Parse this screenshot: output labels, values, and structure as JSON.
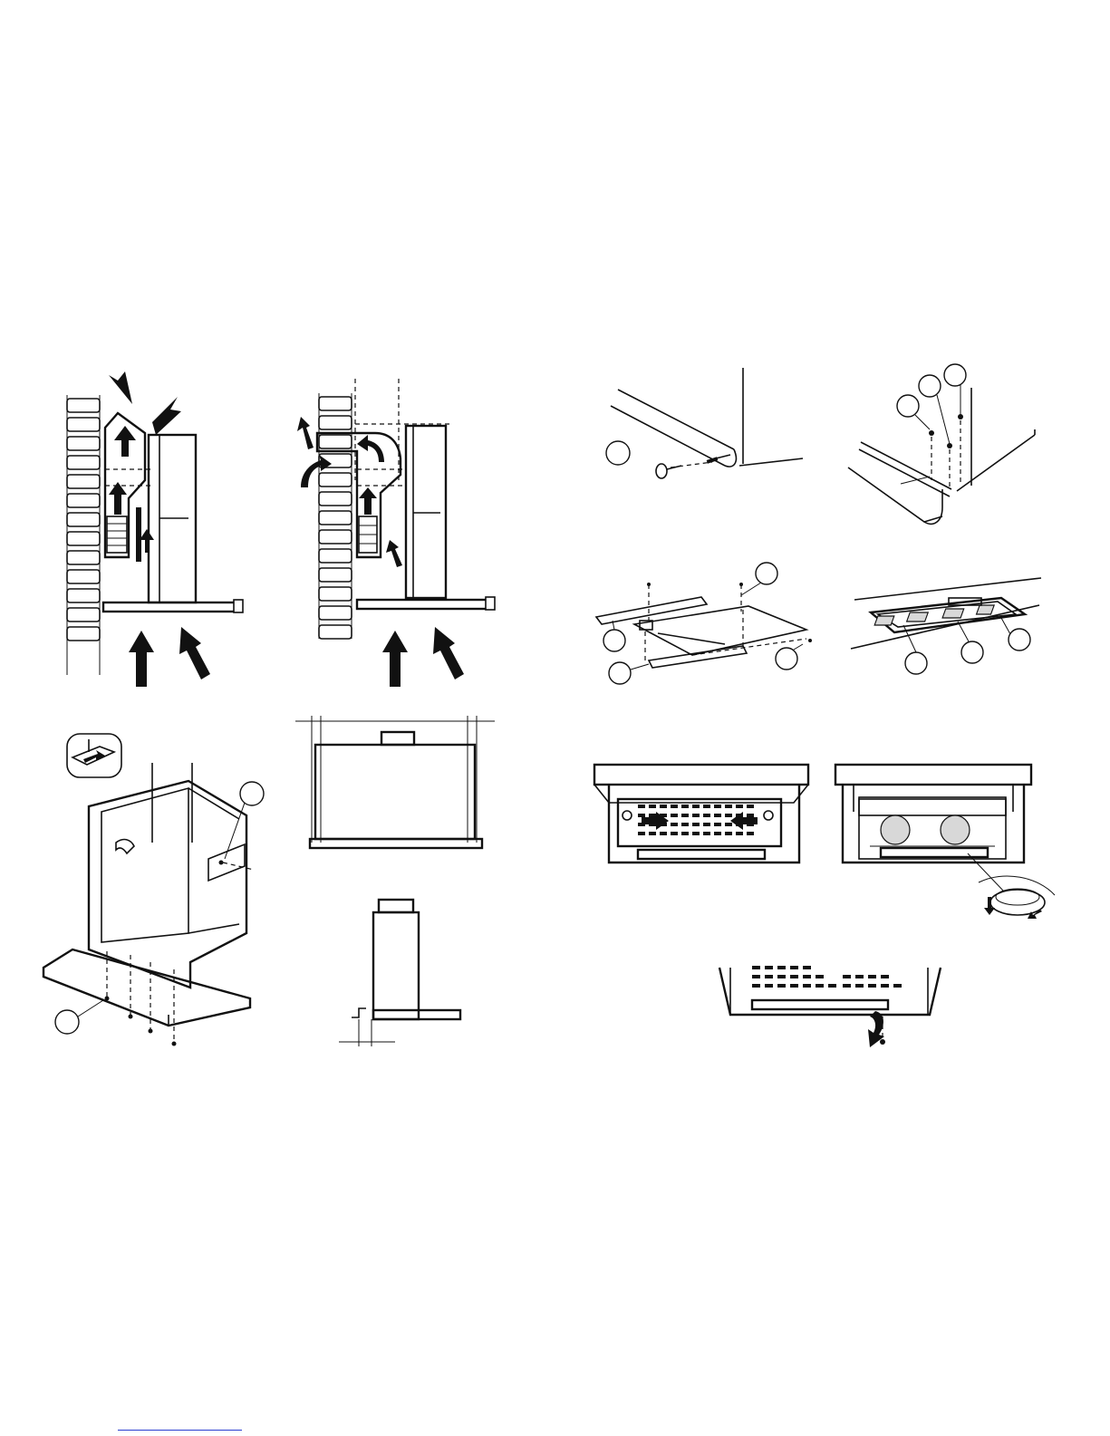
{
  "page": {
    "background": "#ffffff",
    "line_color": "#111111",
    "footer_rule_color": "#2a3fd0"
  },
  "figures": [
    {
      "id": "fig-extraction-airflow",
      "icon": "airflow-exhaust-diagram"
    },
    {
      "id": "fig-recirculation-airflow",
      "icon": "airflow-recirculation-diagram"
    },
    {
      "id": "fig-wall-bracket-screw",
      "icon": "screw-fixing-diagram"
    },
    {
      "id": "fig-top-screws",
      "icon": "screw-fixing-diagram"
    },
    {
      "id": "fig-rail-assembly",
      "icon": "rail-assembly-diagram"
    },
    {
      "id": "fig-control-panel",
      "icon": "control-switches-diagram"
    },
    {
      "id": "fig-cabinet-mounting",
      "icon": "cabinet-mounting-diagram"
    },
    {
      "id": "fig-front-dimensions",
      "icon": "dimension-diagram"
    },
    {
      "id": "fig-side-dimensions",
      "icon": "dimension-diagram"
    },
    {
      "id": "fig-grease-filter",
      "icon": "filter-removal-diagram"
    },
    {
      "id": "fig-carbon-filter",
      "icon": "carbon-filter-diagram"
    },
    {
      "id": "fig-lamp-access",
      "icon": "lamp-access-diagram"
    }
  ]
}
